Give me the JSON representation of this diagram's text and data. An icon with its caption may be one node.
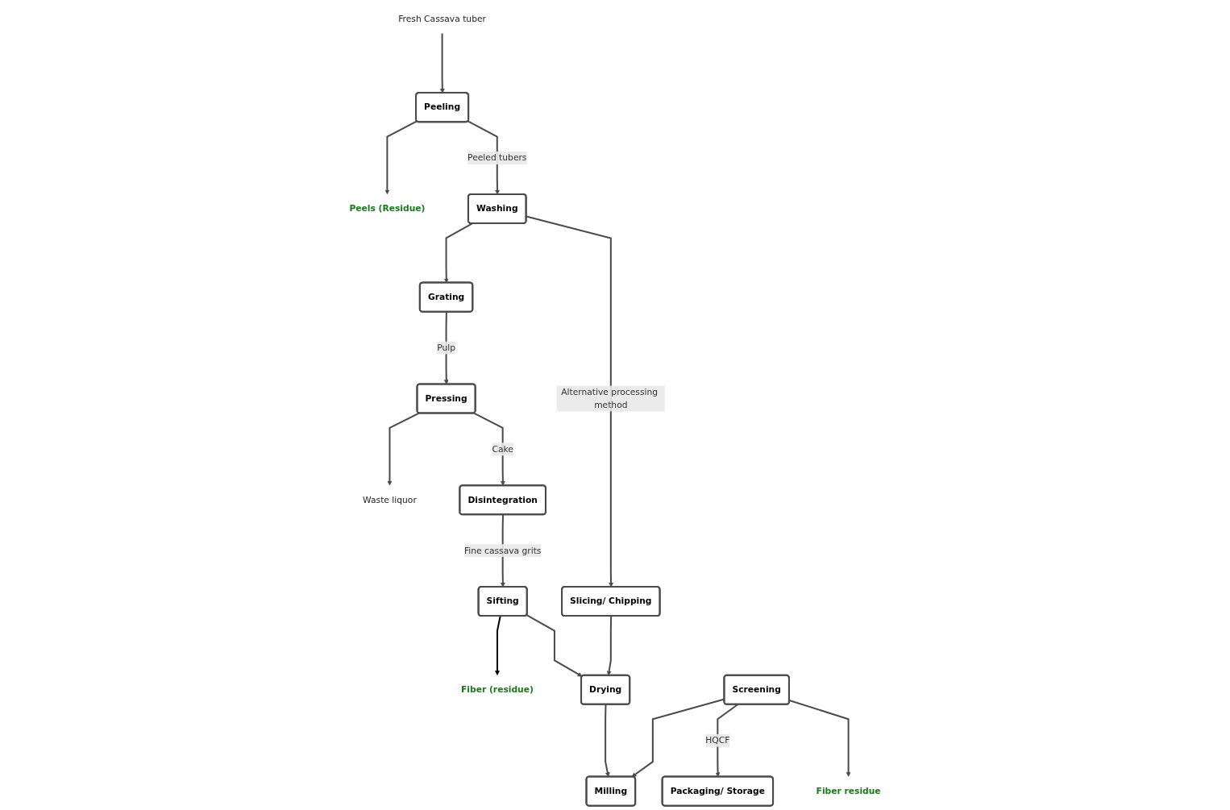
{
  "diagram": {
    "nodes": [
      {
        "text": [
          "Fresh Cassava tuber"
        ]
      },
      {
        "text": [
          "Peeling"
        ]
      },
      {
        "text": [
          "Peels (Residue)"
        ]
      },
      {
        "text": [
          "Washing"
        ]
      },
      {
        "text": [
          "Slicing/ Chipping"
        ]
      },
      {
        "text": [
          "Grating"
        ]
      },
      {
        "text": [
          "Pressing"
        ]
      },
      {
        "text": [
          "Waste liquor"
        ]
      },
      {
        "text": [
          "Disintegration"
        ]
      },
      {
        "text": [
          "Fiber (residue)"
        ]
      },
      {
        "text": [
          "Sifting"
        ]
      },
      {
        "text": [
          "Drying"
        ]
      },
      {
        "text": [
          "Packaging/ Storage"
        ]
      },
      {
        "text": [
          "Screening"
        ]
      },
      {
        "text": [
          "Milling"
        ]
      },
      {
        "text": [
          "Fiber residue"
        ]
      }
    ],
    "edges": [
      {
        "from": 0,
        "to": 1,
        "arrow": "to"
      },
      {
        "from": 1,
        "to": 2,
        "arrow": "to"
      },
      {
        "from": 1,
        "to": 3,
        "arrow": "to",
        "label": "Peeled tubers"
      },
      {
        "from": 3,
        "to": 4,
        "arrow": "to",
        "label": "Alternative processing method"
      },
      {
        "from": 3,
        "to": 5,
        "arrow": "to"
      },
      {
        "from": 5,
        "to": 6,
        "arrow": "to",
        "label": "Pulp"
      },
      {
        "from": 6,
        "to": 7,
        "arrow": "to"
      },
      {
        "from": 6,
        "to": 8,
        "arrow": "to",
        "label": "Cake"
      },
      {
        "from": 8,
        "to": 10,
        "arrow": "to",
        "label": "Fine cassava grits"
      },
      {
        "from": 10,
        "to": 9,
        "arrow": "to",
        "color": "#000000"
      },
      {
        "from": 10,
        "to": 11,
        "arrow": "to"
      },
      {
        "from": 4,
        "to": 11,
        "arrow": "to"
      },
      {
        "from": 11,
        "to": 14,
        "arrow": "to"
      },
      {
        "from": 13,
        "to": 14,
        "arrow": "to"
      },
      {
        "from": 13,
        "to": 12,
        "arrow": "to",
        "label": "HQCF"
      },
      {
        "from": 13,
        "to": 15,
        "arrow": "to"
      }
    ]
  }
}
